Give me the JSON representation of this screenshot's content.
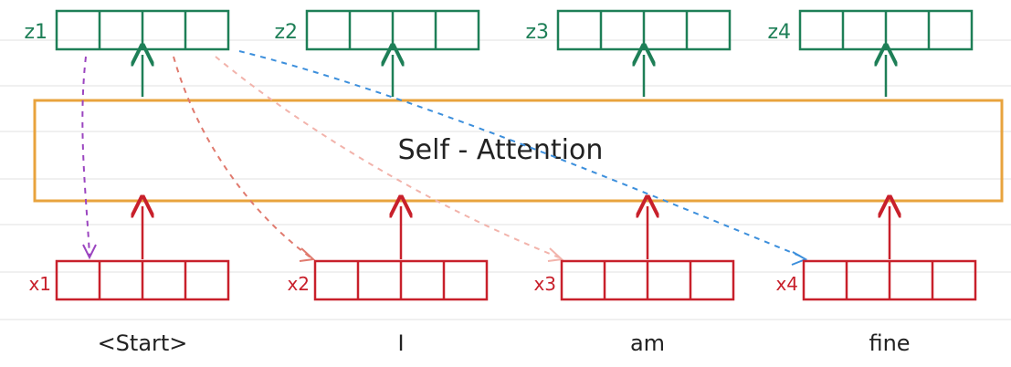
{
  "diagram": {
    "attention_block": {
      "label": "Self - Attention",
      "border_color": "#E8A33D"
    },
    "outputs": [
      {
        "label": "z1"
      },
      {
        "label": "z2"
      },
      {
        "label": "z3"
      },
      {
        "label": "z4"
      }
    ],
    "inputs": [
      {
        "label": "x1",
        "token": "<Start>"
      },
      {
        "label": "x2",
        "token": "I"
      },
      {
        "label": "x3",
        "token": "am"
      },
      {
        "label": "x4",
        "token": "fine"
      }
    ],
    "cells_per_vector": 4,
    "attention_links": [
      {
        "from": "z1",
        "to": "x1",
        "color": "#9B45C0"
      },
      {
        "from": "z1",
        "to": "x2",
        "color": "#E07A6E"
      },
      {
        "from": "z1",
        "to": "x3",
        "color": "#F2B3AB"
      },
      {
        "from": "z1",
        "to": "x4",
        "color": "#3C8FDC"
      }
    ],
    "colors": {
      "output": "#1E7F57",
      "input": "#C8202B",
      "ruled_line": "#E6E6E6"
    }
  }
}
